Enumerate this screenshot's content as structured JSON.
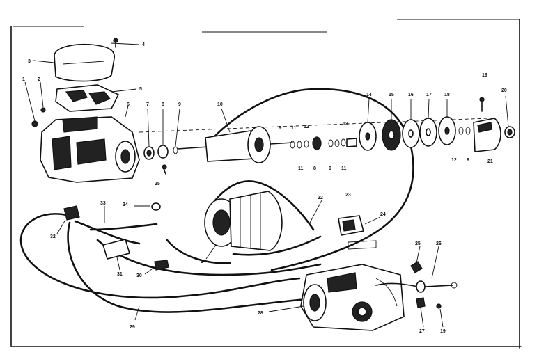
{
  "labels": [
    {
      "id": "1",
      "text": "1"
    },
    {
      "id": "2",
      "text": "2"
    },
    {
      "id": "3",
      "text": "3"
    },
    {
      "id": "4",
      "text": "4"
    },
    {
      "id": "5",
      "text": "5"
    },
    {
      "id": "6",
      "text": "6"
    },
    {
      "id": "7",
      "text": "7"
    },
    {
      "id": "8a",
      "text": "8"
    },
    {
      "id": "9a",
      "text": "9"
    },
    {
      "id": "10",
      "text": "10"
    },
    {
      "id": "9b",
      "text": "9"
    },
    {
      "id": "11a",
      "text": "11"
    },
    {
      "id": "12a",
      "text": "12"
    },
    {
      "id": "13",
      "text": "13"
    },
    {
      "id": "14",
      "text": "14"
    },
    {
      "id": "15",
      "text": "15"
    },
    {
      "id": "16",
      "text": "16"
    },
    {
      "id": "17",
      "text": "17"
    },
    {
      "id": "18",
      "text": "18"
    },
    {
      "id": "19a",
      "text": "19"
    },
    {
      "id": "20",
      "text": "20"
    },
    {
      "id": "11b",
      "text": "11"
    },
    {
      "id": "8b",
      "text": "8"
    },
    {
      "id": "9c",
      "text": "9"
    },
    {
      "id": "11c",
      "text": "11"
    },
    {
      "id": "12b",
      "text": "12"
    },
    {
      "id": "9d",
      "text": "9"
    },
    {
      "id": "21",
      "text": "21"
    },
    {
      "id": "25a",
      "text": "25"
    },
    {
      "id": "22",
      "text": "22"
    },
    {
      "id": "23",
      "text": "23"
    },
    {
      "id": "24",
      "text": "24"
    },
    {
      "id": "33",
      "text": "33"
    },
    {
      "id": "34a",
      "text": "34"
    },
    {
      "id": "32",
      "text": "32"
    },
    {
      "id": "31",
      "text": "31"
    },
    {
      "id": "30",
      "text": "30"
    },
    {
      "id": "34b",
      "text": "34"
    },
    {
      "id": "29",
      "text": "29"
    },
    {
      "id": "28",
      "text": "28"
    },
    {
      "id": "25b",
      "text": "25"
    },
    {
      "id": "26",
      "text": "26"
    },
    {
      "id": "27",
      "text": "27"
    },
    {
      "id": "19b",
      "text": "19"
    }
  ]
}
